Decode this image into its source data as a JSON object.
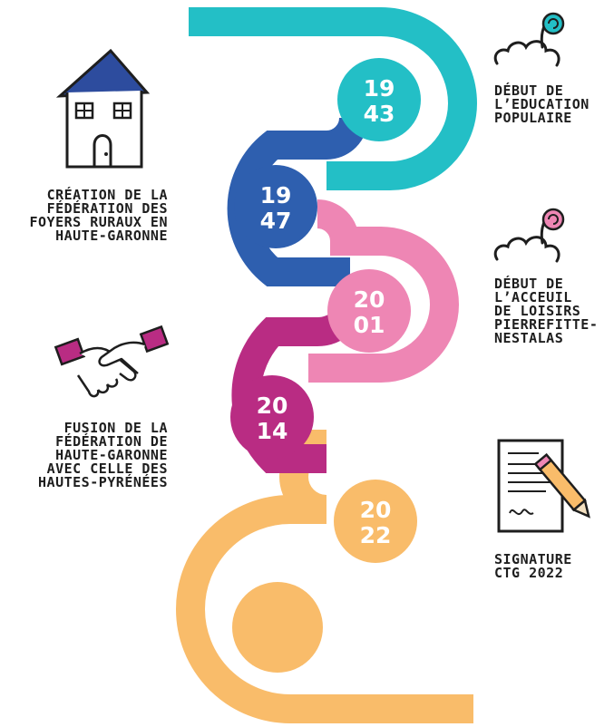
{
  "colors": {
    "teal": "#23BFC6",
    "blue": "#2E5FAF",
    "pink": "#EE86B4",
    "magenta": "#B92C83",
    "orange": "#F9BC6A",
    "roof": "#2D4C9E",
    "ink": "#1E1E1E"
  },
  "milestones": [
    {
      "year_top": "19",
      "year_bottom": "43",
      "color_key": "teal",
      "caption": [
        "DÉBUT DE",
        "L’EDUCATION",
        "POPULAIRE"
      ],
      "icon": "cloud-swirl-icon"
    },
    {
      "year_top": "19",
      "year_bottom": "47",
      "color_key": "blue",
      "caption": [
        "CRÉATION DE LA",
        "FÉDÉRATION DES",
        "FOYERS RURAUX EN",
        "HAUTE-GARONNE"
      ],
      "icon": "house-icon"
    },
    {
      "year_top": "20",
      "year_bottom": "01",
      "color_key": "pink",
      "caption": [
        "DÉBUT DE",
        "L’ACCEUIL",
        "DE LOISIRS",
        "PIERREFITTE-",
        "NESTALAS"
      ],
      "icon": "cloud-swirl-icon"
    },
    {
      "year_top": "20",
      "year_bottom": "14",
      "color_key": "magenta",
      "caption": [
        "FUSION DE LA",
        "FÉDÉRATION DE",
        "HAUTE-GARONNE",
        "AVEC CELLE DES",
        "HAUTES-PYRÉNÉES"
      ],
      "icon": "handshake-icon"
    },
    {
      "year_top": "20",
      "year_bottom": "22",
      "color_key": "orange",
      "caption": [
        "SIGNATURE",
        "CTG 2022"
      ],
      "icon": "document-pencil-icon"
    }
  ]
}
